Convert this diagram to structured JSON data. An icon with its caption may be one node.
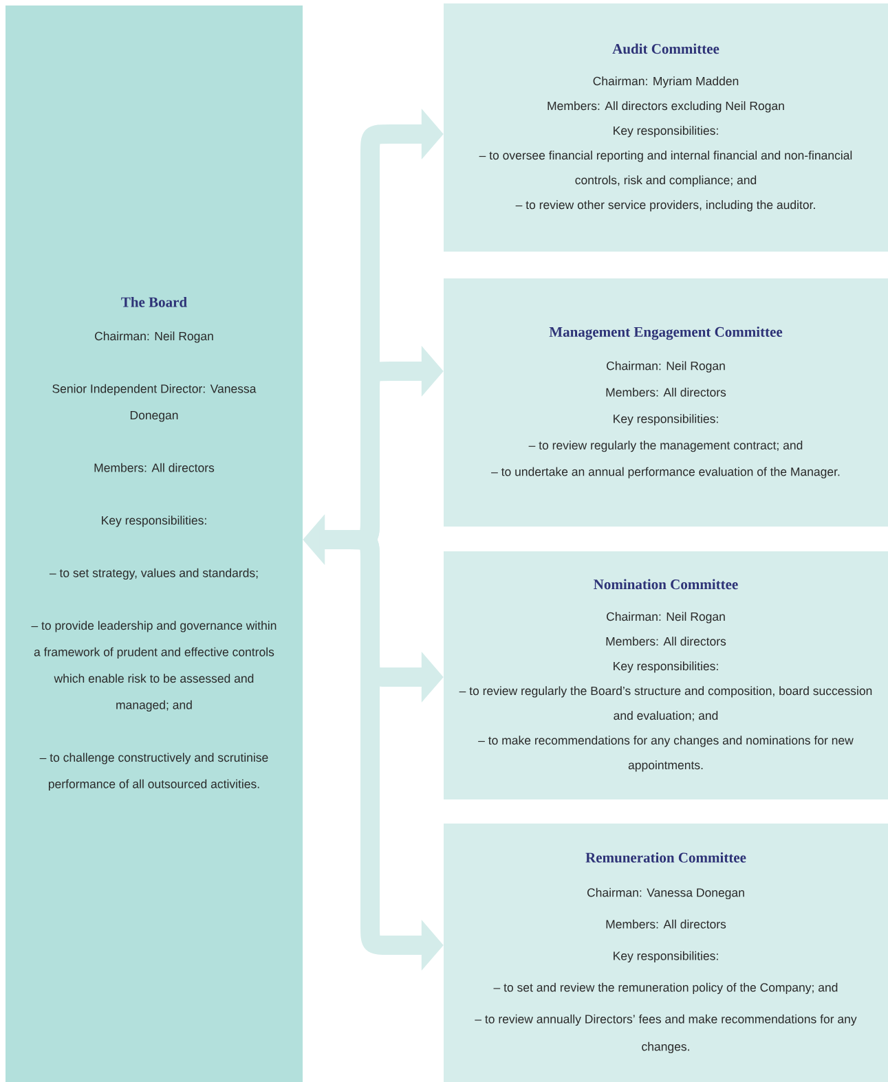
{
  "diagram": {
    "nodes": [
      {
        "text": [
          "The Board",
          "Chairman: Neil Rogan",
          "Senior Independent Director: Vanessa Donegan",
          "Members: All directors",
          "Key responsibilities:",
          "– to set strategy, values and standards;",
          "– to provide leadership and governance within a framework of prudent and effective controls which enable risk to be assessed and managed; and",
          "– to challenge constructively and scrutinise performance of all outsourced activities."
        ]
      },
      {
        "text": [
          "Audit Committee",
          "Chairman: Myriam Madden",
          "Members: All directors excluding Neil Rogan",
          "Key responsibilities:",
          "– to oversee financial reporting and internal financial and non-financial controls, risk and compliance; and",
          "– to review other service providers, including the auditor."
        ]
      },
      {
        "text": [
          "Management Engagement Committee",
          "Chairman: Neil Rogan",
          "Members: All directors",
          "Key responsibilities:",
          "– to review regularly the management contract; and",
          "– to undertake an annual performance evaluation of the Manager."
        ]
      },
      {
        "text": [
          "Nomination Committee",
          "Chairman: Neil Rogan",
          "Members: All directors",
          "Key responsibilities:",
          "– to review regularly the Board’s structure and composition, board succession and evaluation; and",
          "– to make recommendations for any changes and nominations for new appointments."
        ]
      },
      {
        "text": [
          "Remuneration Committee",
          "Chairman: Vanessa Donegan",
          "Members: All directors",
          "Key responsibilities:",
          "– to set and review the remuneration policy of the Company; and",
          "– to review annually Directors’ fees and make recommendations for any changes."
        ]
      }
    ],
    "edges": [
      {
        "from": 0,
        "to": 1,
        "arrow": "both"
      },
      {
        "from": 0,
        "to": 2,
        "arrow": "both"
      },
      {
        "from": 0,
        "to": 3,
        "arrow": "both"
      },
      {
        "from": 0,
        "to": 4,
        "arrow": "both"
      }
    ]
  }
}
